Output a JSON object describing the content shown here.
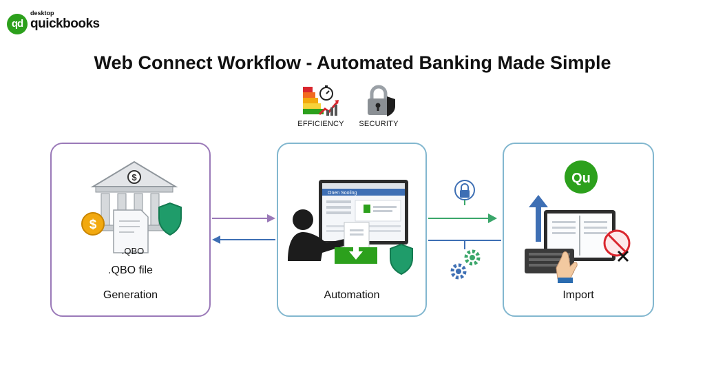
{
  "logo": {
    "small": "desktop",
    "word": "quickbooks",
    "mark": "qd"
  },
  "title": "Web Connect Workflow - Automated Banking Made Simple",
  "badges": {
    "efficiency": {
      "label": "EFFICIENCY",
      "icon": "efficiency-chart-icon"
    },
    "security": {
      "label": "SECURITY",
      "icon": "padlock-shield-icon"
    }
  },
  "steps": {
    "generation": {
      "file_label": ".QBO file",
      "doc_label": ".QBO",
      "label": "Generation"
    },
    "automation": {
      "label": "Automation",
      "screen_title": "Onen Sooling"
    },
    "import": {
      "label": "Import",
      "mark": "Qu"
    }
  },
  "colors": {
    "purple": "#9a79b8",
    "blue_border": "#82b7cf",
    "green": "#2ca01c",
    "arrow_green": "#3aa66a",
    "arrow_blue": "#3e6fb4",
    "shield": "#1f9c6a",
    "gold": "#f2a90f",
    "red": "#d9262e"
  }
}
